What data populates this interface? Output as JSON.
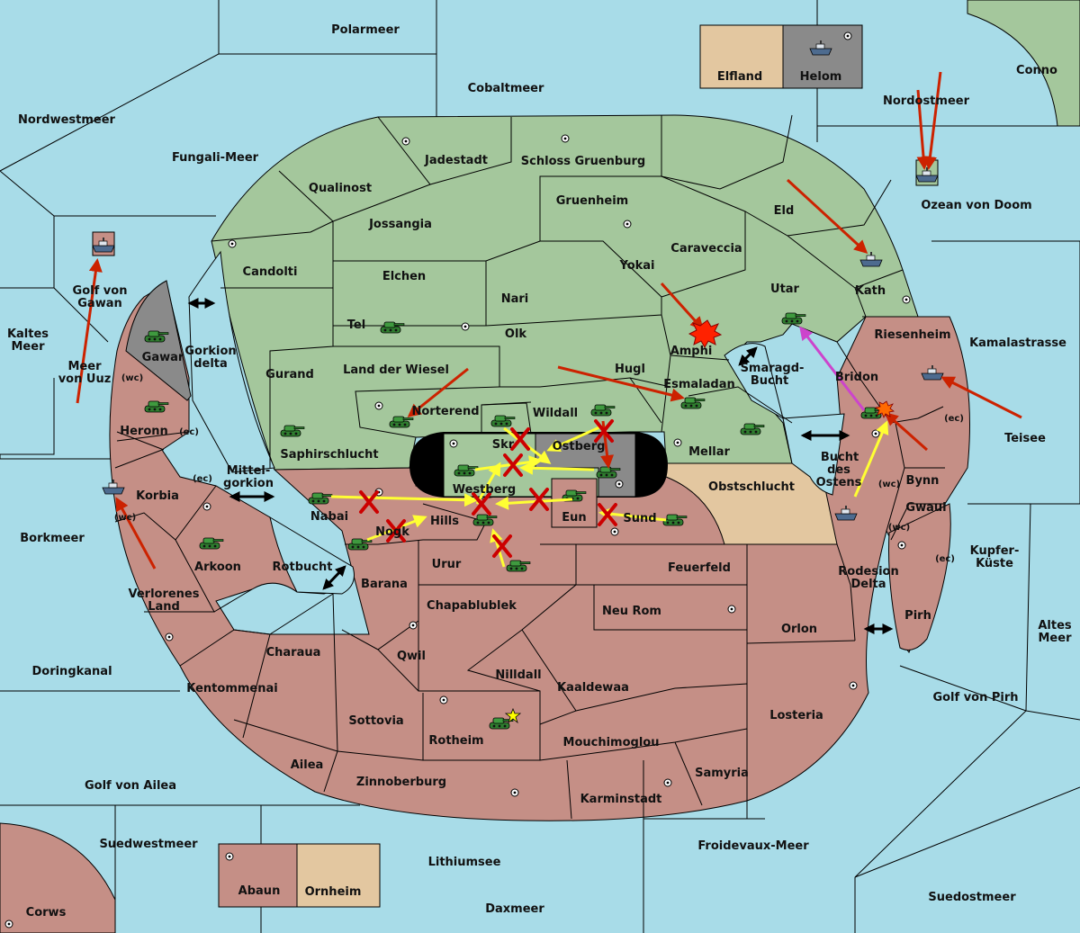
{
  "colors": {
    "sea": "#a8dce8",
    "green": "#a4c79c",
    "red": "#c58f86",
    "tan": "#e3c7a0",
    "gray": "#8a8a8a",
    "border": "#000000",
    "attack": "#cc2200",
    "support": "#ffff33",
    "convoy": "#cc44cc"
  },
  "icons": {
    "army": "tank-icon",
    "fleet": "ship-icon",
    "supply_center": "supply-center-icon",
    "dislodged": "explosion-icon",
    "failed_order": "x-mark-icon",
    "build": "star-icon"
  },
  "labels": {
    "polarmeer": "Polarmeer",
    "cobaltmeer": "Cobaltmeer",
    "elfland": "Elfland",
    "helom": "Helom",
    "conno": "Conno",
    "nordwestmeer": "Nordwestmeer",
    "fungali_meer": "Fungali-Meer",
    "nordostmeer": "Nordostmeer",
    "ozean_von_doom": "Ozean von Doom",
    "jadestadt": "Jadestadt",
    "schloss_gruenburg": "Schloss Gruenburg",
    "qualinost": "Qualinost",
    "gruenheim": "Gruenheim",
    "eld": "Eld",
    "jossangia": "Jossangia",
    "caraveccia": "Caraveccia",
    "candolti": "Candolti",
    "yokai": "Yokai",
    "elchen": "Elchen",
    "nari": "Nari",
    "utar": "Utar",
    "kath": "Kath",
    "golf_von_gawan_1": "Golf von",
    "golf_von_gawan_2": "Gawan",
    "tel": "Tel",
    "olk": "Olk",
    "amphi": "Amphi",
    "riesenheim": "Riesenheim",
    "kamalastrasse": "Kamalastrasse",
    "kaltes_meer_1": "Kaltes",
    "kaltes_meer_2": "Meer",
    "gawar": "Gawar",
    "gorkion_delta_1": "Gorkion",
    "gorkion_delta_2": "delta",
    "land_der_wiesel": "Land der Wiesel",
    "hugl": "Hugl",
    "smaragd_bucht_1": "Smaragd-",
    "smaragd_bucht_2": "Bucht",
    "meer_von_uuz_1": "Meer",
    "meer_von_uuz_2": "von Uuz",
    "gurand": "Gurand",
    "bridon": "Bridon",
    "esmaladan": "Esmaladan",
    "norterend": "Norterend",
    "wildall": "Wildall",
    "heronn": "Heronn",
    "wc": "(wc)",
    "ec": "(ec)",
    "teisee": "Teisee",
    "saphirschlucht": "Saphirschlucht",
    "skr": "Skr",
    "ostberg": "Ostberg",
    "mellar": "Mellar",
    "bucht_des_ostens_1": "Bucht",
    "bucht_des_ostens_2": "des",
    "bucht_des_ostens_3": "Ostens",
    "bynn": "Bynn",
    "mittelgorkion_1": "Mittel-",
    "mittelgorkion_2": "gorkion",
    "obstschlucht": "Obstschlucht",
    "westberg": "Westberg",
    "korbia": "Korbia",
    "nabai": "Nabai",
    "hills": "Hills",
    "eun": "Eun",
    "sund": "Sund",
    "gwaul": "Gwaul",
    "borkmeer": "Borkmeer",
    "nogk": "Nogk",
    "kupfer_kueste_1": "Kupfer-",
    "kupfer_kueste_2": "Küste",
    "arkoon": "Arkoon",
    "rotbucht": "Rotbucht",
    "urur": "Urur",
    "feuerfeld": "Feuerfeld",
    "rodesion_delta_1": "Rodesion",
    "rodesion_delta_2": "Delta",
    "barana": "Barana",
    "verlorenes_land_1": "Verlorenes",
    "verlorenes_land_2": "Land",
    "chapablublek": "Chapablublek",
    "neu_rom": "Neu Rom",
    "pirh": "Pirh",
    "altes_meer_1": "Altes",
    "altes_meer_2": "Meer",
    "orlon": "Orlon",
    "charaua": "Charaua",
    "qwil": "Qwil",
    "doringkanal": "Doringkanal",
    "nilldall": "Nilldall",
    "kaaldewaa": "Kaaldewaa",
    "kentommenai": "Kentommenai",
    "golf_von_pirh": "Golf von Pirh",
    "losteria": "Losteria",
    "sottovia": "Sottovia",
    "rotheim": "Rotheim",
    "mouchimoglou": "Mouchimoglou",
    "ailea": "Ailea",
    "samyria": "Samyria",
    "golf_von_ailea": "Golf von Ailea",
    "zinnoberburg": "Zinnoberburg",
    "karminstadt": "Karminstadt",
    "suedwestmeer": "Suedwestmeer",
    "froidevaux_meer": "Froidevaux-Meer",
    "lithiumsee": "Lithiumsee",
    "abaun": "Abaun",
    "ornheim": "Ornheim",
    "suedostmeer": "Suedostmeer",
    "daxmeer": "Daxmeer",
    "corws": "Corws"
  }
}
